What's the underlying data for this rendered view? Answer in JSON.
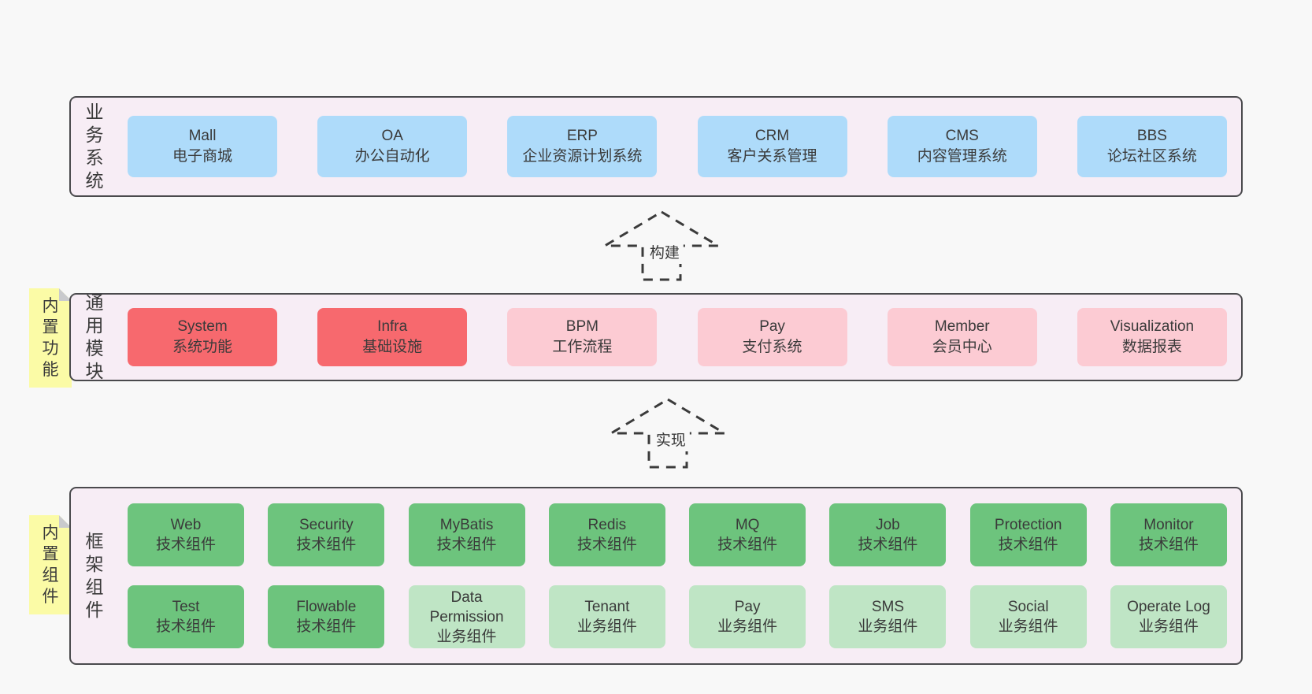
{
  "colors": {
    "page_bg": "#f8f8f8",
    "panel_bg": "#f7edf5",
    "panel_border": "#4a4a4d",
    "blue_box": "#aedbfa",
    "red_box": "#f7696e",
    "pink_box": "#fccbd3",
    "green_box": "#6dc47d",
    "light_green_box": "#bfe5c5",
    "note_bg": "#fbfba6",
    "note_fold": "#c9cacd",
    "text": "#3a3a3a"
  },
  "panels": [
    {
      "id": "business",
      "label": "业务系统",
      "note": null,
      "rows": [
        [
          {
            "name": "Mall",
            "desc": "电子商城",
            "color": "blue"
          },
          {
            "name": "OA",
            "desc": "办公自动化",
            "color": "blue"
          },
          {
            "name": "ERP",
            "desc": "企业资源计划系统",
            "color": "blue"
          },
          {
            "name": "CRM",
            "desc": "客户关系管理",
            "color": "blue"
          },
          {
            "name": "CMS",
            "desc": "内容管理系统",
            "color": "blue"
          },
          {
            "name": "BBS",
            "desc": "论坛社区系统",
            "color": "blue"
          }
        ]
      ]
    },
    {
      "id": "modules",
      "label": "通用模块",
      "note": "内置功能",
      "rows": [
        [
          {
            "name": "System",
            "desc": "系统功能",
            "color": "red"
          },
          {
            "name": "Infra",
            "desc": "基础设施",
            "color": "red"
          },
          {
            "name": "BPM",
            "desc": "工作流程",
            "color": "pink"
          },
          {
            "name": "Pay",
            "desc": "支付系统",
            "color": "pink"
          },
          {
            "name": "Member",
            "desc": "会员中心",
            "color": "pink"
          },
          {
            "name": "Visualization",
            "desc": "数据报表",
            "color": "pink"
          }
        ]
      ]
    },
    {
      "id": "components",
      "label": "框架组件",
      "note": "内置组件",
      "rows": [
        [
          {
            "name": "Web",
            "desc": "技术组件",
            "color": "green"
          },
          {
            "name": "Security",
            "desc": "技术组件",
            "color": "green"
          },
          {
            "name": "MyBatis",
            "desc": "技术组件",
            "color": "green"
          },
          {
            "name": "Redis",
            "desc": "技术组件",
            "color": "green"
          },
          {
            "name": "MQ",
            "desc": "技术组件",
            "color": "green"
          },
          {
            "name": "Job",
            "desc": "技术组件",
            "color": "green"
          },
          {
            "name": "Protection",
            "desc": "技术组件",
            "color": "green"
          },
          {
            "name": "Monitor",
            "desc": "技术组件",
            "color": "green"
          }
        ],
        [
          {
            "name": "Test",
            "desc": "技术组件",
            "color": "green"
          },
          {
            "name": "Flowable",
            "desc": "技术组件",
            "color": "green"
          },
          {
            "name": "Data Permission",
            "desc": "业务组件",
            "color": "light_green"
          },
          {
            "name": "Tenant",
            "desc": "业务组件",
            "color": "light_green"
          },
          {
            "name": "Pay",
            "desc": "业务组件",
            "color": "light_green"
          },
          {
            "name": "SMS",
            "desc": "业务组件",
            "color": "light_green"
          },
          {
            "name": "Social",
            "desc": "业务组件",
            "color": "light_green"
          },
          {
            "name": "Operate Log",
            "desc": "业务组件",
            "color": "light_green"
          }
        ]
      ]
    }
  ],
  "arrows": [
    {
      "label": "构建"
    },
    {
      "label": "实现"
    }
  ]
}
